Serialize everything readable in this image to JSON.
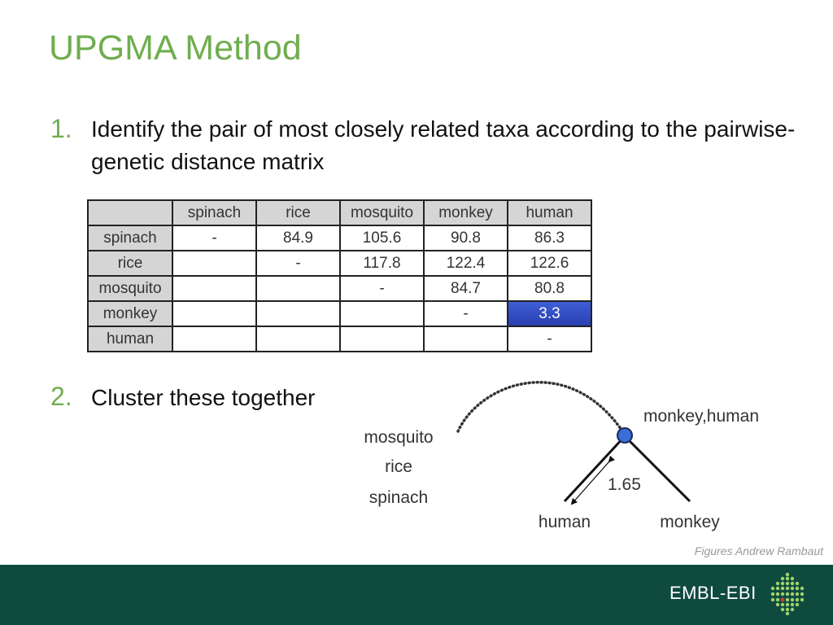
{
  "title": "UPGMA Method",
  "steps": [
    {
      "number": "1.",
      "text": "Identify the pair of most closely related taxa according to the pairwise-genetic distance matrix"
    },
    {
      "number": "2.",
      "text": "Cluster these together"
    }
  ],
  "matrix": {
    "header": [
      "spinach",
      "rice",
      "mosquito",
      "monkey",
      "human"
    ],
    "rows": [
      {
        "label": "spinach",
        "cells": [
          "-",
          "84.9",
          "105.6",
          "90.8",
          "86.3"
        ]
      },
      {
        "label": "rice",
        "cells": [
          "",
          "-",
          "117.8",
          "122.4",
          "122.6"
        ]
      },
      {
        "label": "mosquito",
        "cells": [
          "",
          "",
          "-",
          "84.7",
          "80.8"
        ]
      },
      {
        "label": "monkey",
        "cells": [
          "",
          "",
          "",
          "-",
          "3.3"
        ]
      },
      {
        "label": "human",
        "cells": [
          "",
          "",
          "",
          "",
          "-"
        ]
      }
    ],
    "highlight_color": "#3550c8"
  },
  "tree": {
    "remaining_taxa": [
      "mosquito",
      "rice",
      "spinach"
    ],
    "cluster_label": "monkey,human",
    "branch_length": "1.65",
    "leaf_left": "human",
    "leaf_right": "monkey",
    "node_color": "#3a6fd8"
  },
  "credit": "Figures Andrew Rambaut",
  "footer": {
    "logo_text": "EMBL-EBI"
  },
  "colors": {
    "accent": "#6fae4f",
    "footer_bg": "#0f4a3f"
  }
}
